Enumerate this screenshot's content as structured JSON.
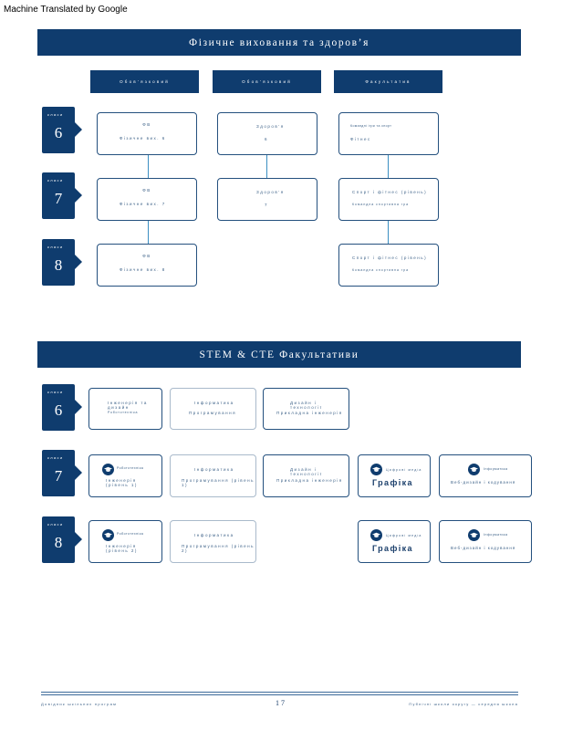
{
  "note": "Machine Translated by Google",
  "pe_section": {
    "title": "Фізичне виховання та здоров’я",
    "columns": [
      "Обов’язковий",
      "Обов’язковий",
      "Факультатив"
    ],
    "grades": [
      {
        "label": "класи",
        "number": "6"
      },
      {
        "label": "класи",
        "number": "7"
      },
      {
        "label": "класи",
        "number": "8"
      }
    ],
    "cards": {
      "r6c1": {
        "l1": "ФВ",
        "l2": "Фізичне вих. 6"
      },
      "r6c2": {
        "l1": "Здоров’я",
        "l2": "6"
      },
      "r6c3": {
        "l1": "Командні ігри та спорт",
        "l2": "Фітнес"
      },
      "r7c1": {
        "l1": "ФВ",
        "l2": "Фізичне вих. 7"
      },
      "r7c2": {
        "l1": "Здоров’я",
        "l2": "7"
      },
      "r7c3": {
        "l1": "Спорт і фітнес (рівень)",
        "l2": "Командна спортивна гра"
      },
      "r8c1": {
        "l1": "ФВ",
        "l2": "Фізичне вих. 8"
      },
      "r8c3": {
        "l1": "Спорт і фітнес (рівень)",
        "l2": "Командна спортивна гра"
      }
    }
  },
  "stem_section": {
    "title": "STEM & CTE Факультативи",
    "grades": [
      {
        "label": "класи",
        "number": "6"
      },
      {
        "label": "класи",
        "number": "7"
      },
      {
        "label": "класи",
        "number": "8"
      }
    ],
    "cards": {
      "g6a": {
        "l1": "Інженерія та дизайн",
        "l2": "Робототехніка"
      },
      "g6b": {
        "l1": "Інформатика",
        "l2": "Програмування"
      },
      "g6c": {
        "l1": "Дизайн і технології",
        "l2": "Прикладна інженерія"
      },
      "g7a": {
        "l1": "Робототехніка",
        "l2": "Інженерія (рівень 1)"
      },
      "g7b": {
        "l1": "Інформатика",
        "l2": "Програмування (рівень 1)"
      },
      "g7c": {
        "l1": "Дизайн і технології",
        "l2": "Прикладна інженерія"
      },
      "g7d": {
        "l1": "Цифрові медіа",
        "l2": "Графіка"
      },
      "g7e": {
        "l1": "Інформатика",
        "l2": "Веб-дизайн і кодування"
      },
      "g8a": {
        "l1": "Робототехніка",
        "l2": "Інженерія (рівень 2)"
      },
      "g8b": {
        "l1": "Інформатика",
        "l2": "Програмування (рівень 2)"
      },
      "g8d": {
        "l1": "Цифрові медіа",
        "l2": "Графіка"
      },
      "g8e": {
        "l1": "Інформатика",
        "l2": "Веб-дизайн і кодування"
      }
    }
  },
  "footer": {
    "left": "Довідник шкільних програм",
    "page": "17",
    "right": "Публічні школи округу — середня школа"
  },
  "icons": {
    "cap": "graduation-cap-icon"
  },
  "colors": {
    "primary": "#0f3c6e",
    "connector": "#3b8fc2"
  }
}
